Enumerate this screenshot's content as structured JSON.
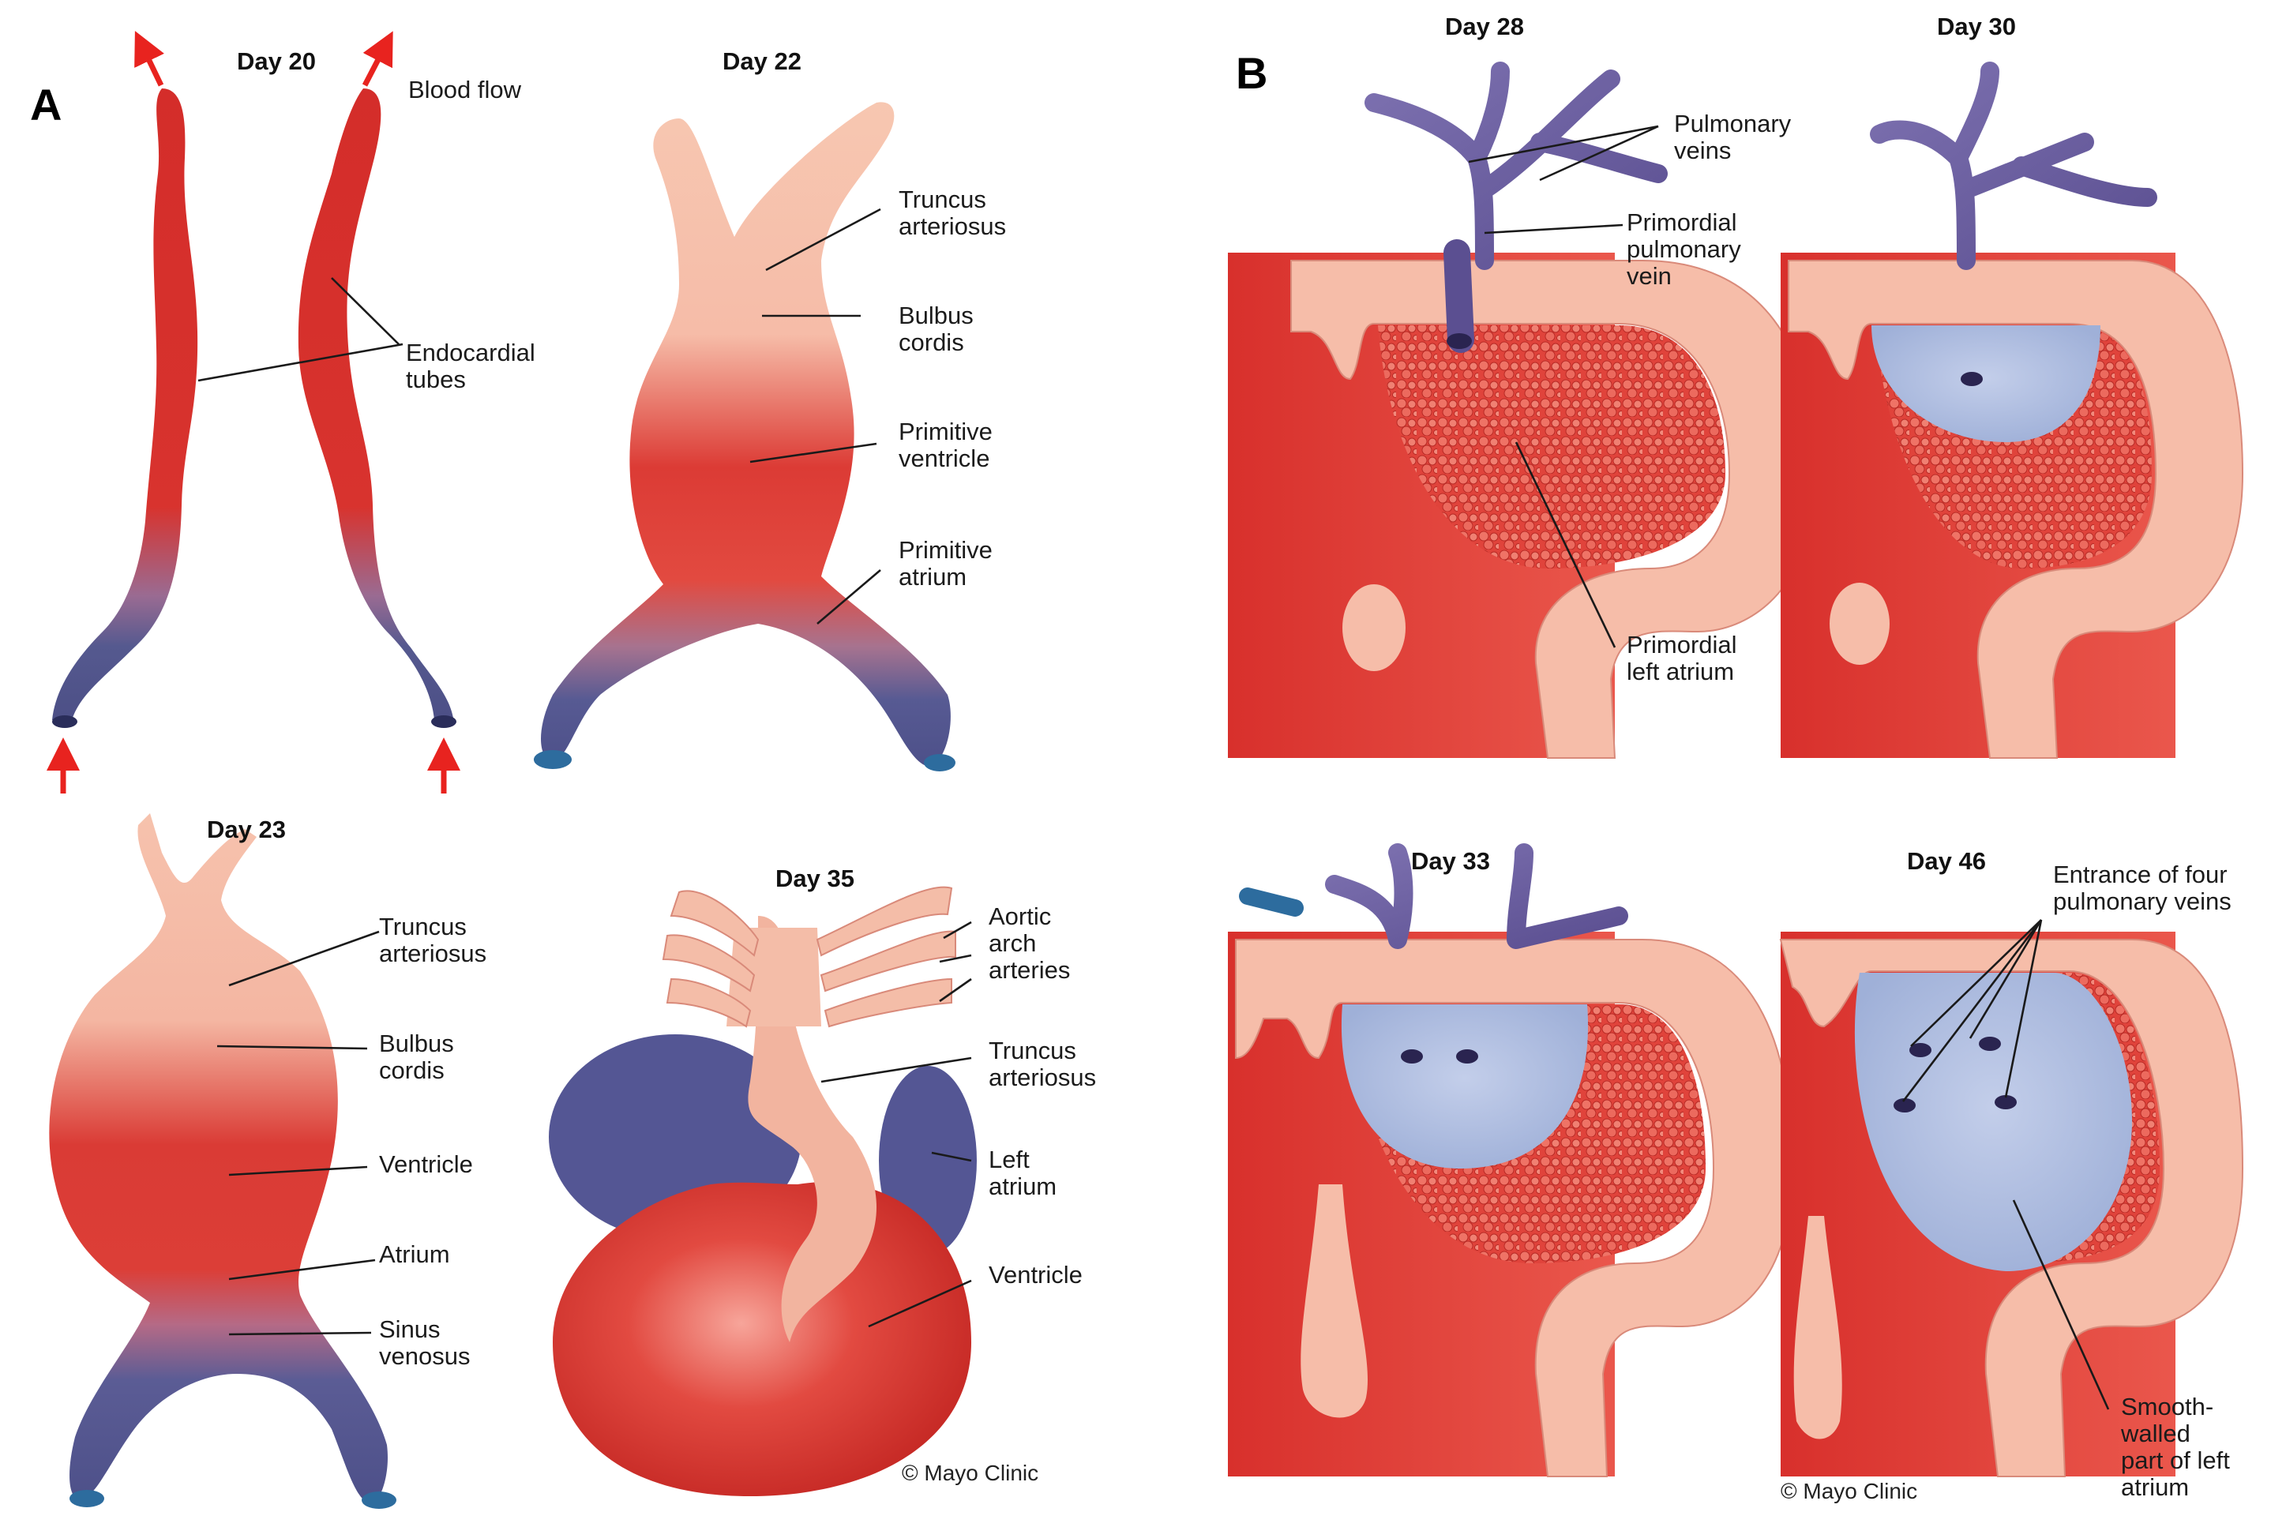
{
  "panels": {
    "a": "A",
    "b": "B"
  },
  "days": {
    "d20": "Day 20",
    "d22": "Day 22",
    "d23": "Day 23",
    "d35": "Day 35",
    "d28": "Day 28",
    "d30": "Day 30",
    "d33": "Day 33",
    "d46": "Day 46"
  },
  "labels": {
    "blood_flow": "Blood flow",
    "endocardial_tubes": "Endocardial\ntubes",
    "d22_truncus": "Truncus\narteriosus",
    "d22_bulbus": "Bulbus\ncordis",
    "d22_primitive_ventricle": "Primitive\nventricle",
    "d22_primitive_atrium": "Primitive\natrium",
    "d23_truncus": "Truncus\narteriosus",
    "d23_bulbus": "Bulbus\ncordis",
    "d23_ventricle": "Ventricle",
    "d23_atrium": "Atrium",
    "d23_sinus": "Sinus\nvenosus",
    "d35_aortic": "Aortic\narch\narteries",
    "d35_truncus": "Truncus\narteriosus",
    "d35_left_atrium": "Left\natrium",
    "d35_ventricle": "Ventricle",
    "pulmonary_veins": "Pulmonary\nveins",
    "primordial_pulmonary_vein": "Primordial\npulmonary\nvein",
    "primordial_left_atrium": "Primordial\nleft atrium",
    "entrance_four_veins": "Entrance of four\npulmonary veins",
    "smooth_walled": "Smooth-\nwalled\npart of left\natrium"
  },
  "credits": {
    "a": "© Mayo Clinic",
    "b": "© Mayo Clinic"
  },
  "colors": {
    "red": "#d8302c",
    "pink": "#f6c1ac",
    "blue": "#5c5c98",
    "atrium_blue": "#aebcdd",
    "arrow": "#e8231f",
    "background": "#ffffff"
  }
}
